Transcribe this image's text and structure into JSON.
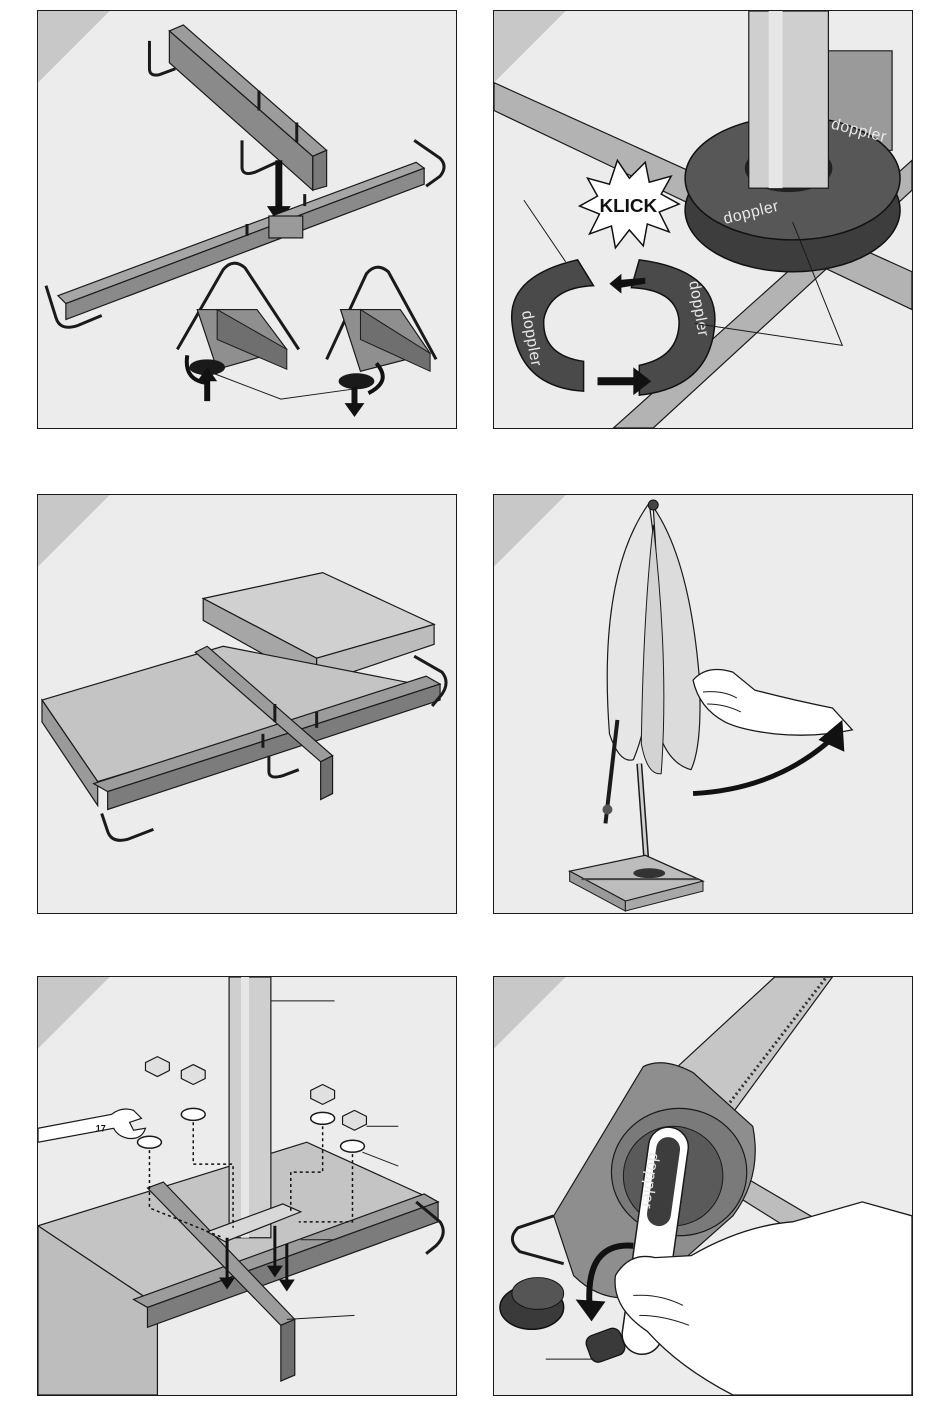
{
  "panels": [
    {
      "id": "step-1",
      "callouts": []
    },
    {
      "id": "step-2",
      "callouts": [
        "KLICK"
      ],
      "brand": "doppler"
    },
    {
      "id": "step-3",
      "callouts": []
    },
    {
      "id": "step-4",
      "callouts": []
    },
    {
      "id": "step-5",
      "callouts": [],
      "wrench_size": "17"
    },
    {
      "id": "step-6",
      "callouts": [],
      "brand": "doppler"
    }
  ],
  "labels": {
    "klick": "KLICK",
    "brand": "doppler",
    "wrench_size": "17"
  },
  "colors": {
    "panel_background": "#ececec",
    "corner_tab": "#c8c8c8",
    "line": "#1a1a1a",
    "metal": "#8a8a8a",
    "plate": "#b9b9b9",
    "rubber": "#4d4d4d"
  }
}
